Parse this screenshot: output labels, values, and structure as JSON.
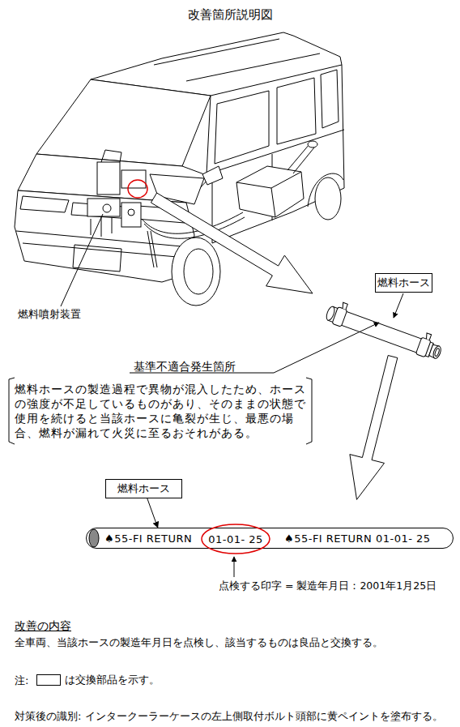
{
  "diagram": {
    "title": "改善箇所説明図",
    "nodes": [
      {
        "text": [
          "燃料ホース"
        ]
      },
      {
        "text": [
          "燃料ホース"
        ]
      },
      {
        "text": [
          "♠55-FI RETURN",
          "♠55-FI RETURN 01-01- 25"
        ]
      },
      {
        "text": [
          "01-01- 25"
        ],
        "in": 2
      }
    ],
    "edges": [
      {
        "from": 1,
        "to": 2,
        "arrow": "to"
      }
    ],
    "labels": [
      "燃料噴射装置",
      "基準不適合発生箇所",
      "燃料ホースの製造過程で異物が混入したため、ホースの強度が不足しているものがあり、そのままの状態で使用を続けると当該ホースに亀裂が生じ、最悪の場合、燃料が漏れて火災に至るおそれがある。",
      "点検する印字 = 製造年月日：2001年1月25日",
      "改善の内容",
      "全車両、当該ホースの製造年月日を点検し、該当するものは良品と交換する。",
      "注:",
      "対策後の識別: インタークーラーケースの左上側取付ボルト頭部に黄ペイントを塗布する。"
    ],
    "legend": [
      {
        "text": "は交換部品を示す。"
      }
    ]
  }
}
